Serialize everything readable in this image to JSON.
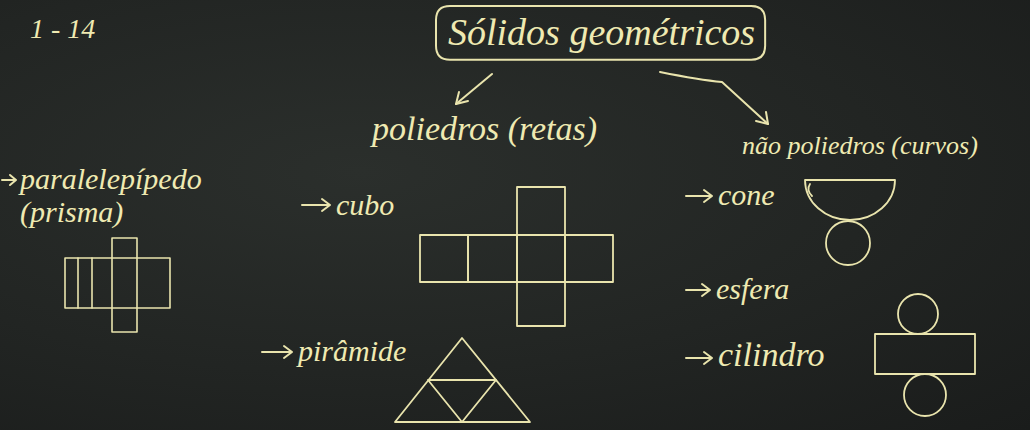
{
  "diagram": {
    "title": "Sólidos geométricos",
    "labels": [
      "1 - 14",
      "poliedros (retas)",
      "não poliedros (curvos)",
      "paralelepípedo (prisma)",
      "cubo",
      "pirâmide",
      "cone",
      "esfera",
      "cilindro"
    ]
  }
}
